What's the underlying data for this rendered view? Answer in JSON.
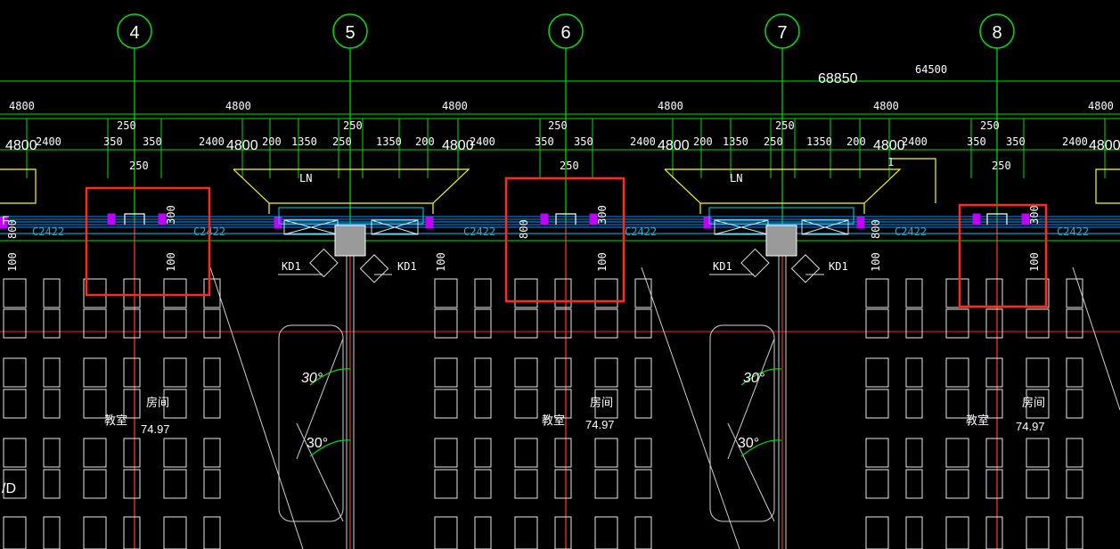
{
  "colors": {
    "background": "#000000",
    "axis": "#00e000",
    "dimension": "#00e000",
    "wall": "#ffff00",
    "window_line": "#00a8ff",
    "window_label": "#19b0d0",
    "red_line": "#ff2020",
    "highlight": "#ff2a1a",
    "column_fill": "#9a9a9a",
    "magenta": "#c000ff",
    "furniture": "#e8e8e8",
    "angle_arc": "#00e000"
  },
  "axes": [
    {
      "label": "4"
    },
    {
      "label": "5"
    },
    {
      "label": "6"
    },
    {
      "label": "7"
    },
    {
      "label": "8"
    }
  ],
  "overall_dims": {
    "total": "68850",
    "partial": "64500"
  },
  "dim_row1": [
    "4800",
    "4800",
    "4800",
    "4800",
    "4800",
    "4800"
  ],
  "dim_row2": {
    "left_big": "4800",
    "small_a": "2400",
    "d350": "350",
    "d250": "250",
    "d2400": "2400",
    "d200": "200",
    "d1350": "1350",
    "big": "4800"
  },
  "labels": {
    "window": "C2422",
    "door": "KD1",
    "ln": "LN",
    "leader_one": "1",
    "axis_left": "F",
    "axis_d": "/D",
    "v300": "300",
    "v100": "100",
    "v800": "800",
    "angle": "30°"
  },
  "rooms": [
    {
      "name": "教室",
      "name2": "房间",
      "area": "74.97"
    },
    {
      "name": "教室",
      "name2": "房间",
      "area": "74.97"
    },
    {
      "name": "教室",
      "name2": "房间",
      "area": "74.97"
    }
  ]
}
